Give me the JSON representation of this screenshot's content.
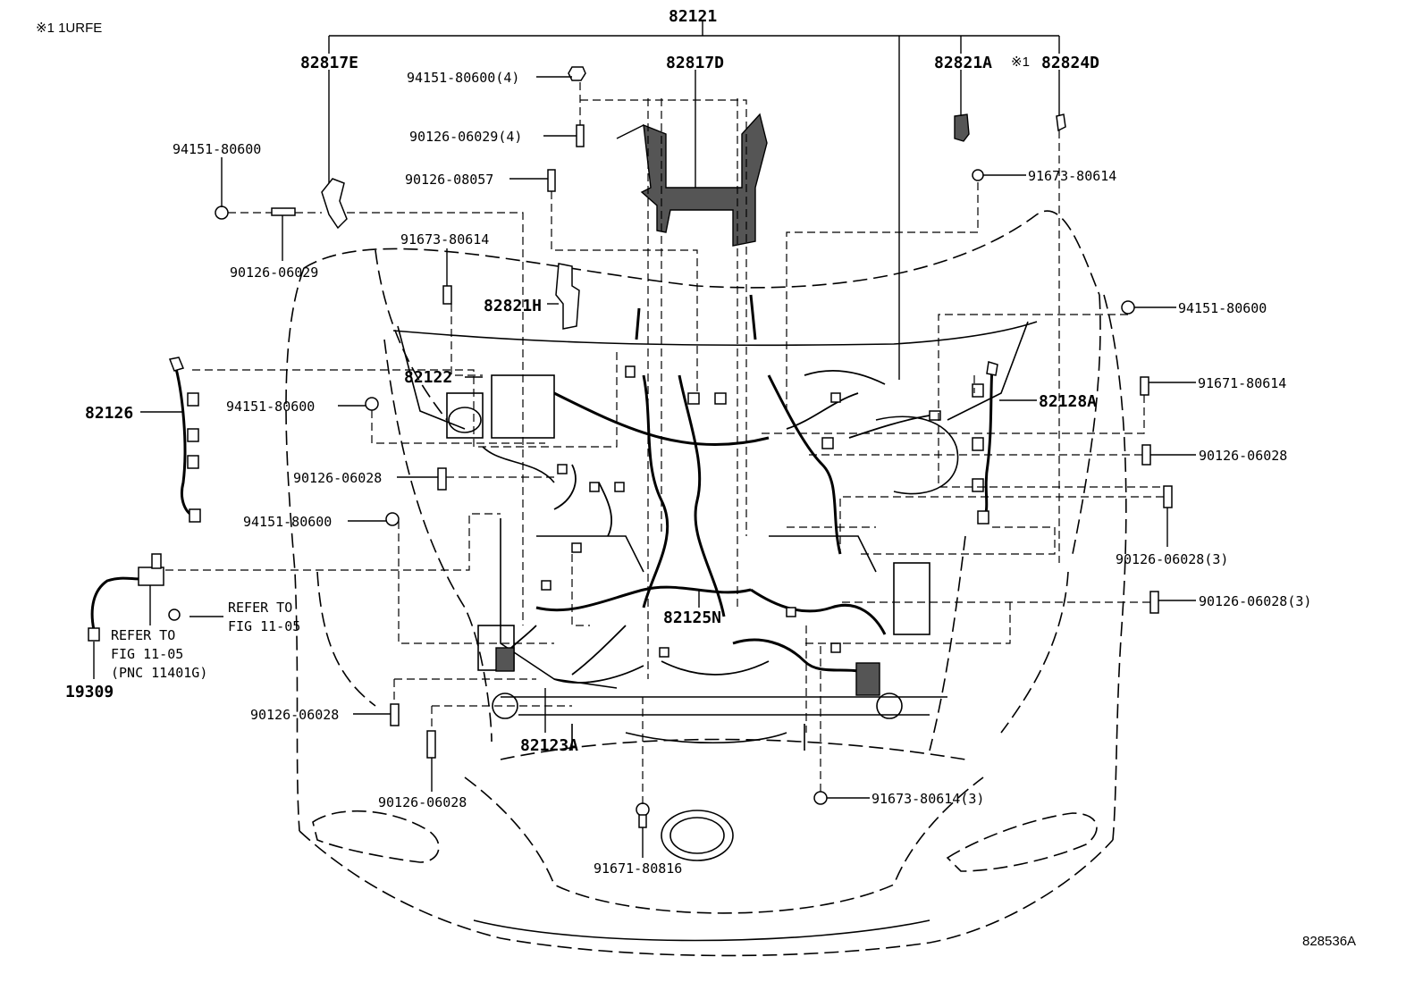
{
  "header": {
    "engine_note": "※1 1URFE",
    "figure_code": "828536A"
  },
  "parts": {
    "p82121": "82121",
    "p82817E": "82817E",
    "p82817D": "82817D",
    "p82821A": "82821A",
    "p82824D_marker": "※1",
    "p82824D": "82824D",
    "p82821H": "82821H",
    "p82122": "82122",
    "p82126": "82126",
    "p82128A": "82128A",
    "p82125N": "82125N",
    "p82123A": "82123A",
    "p19309": "19309",
    "f94151_80600_4": "94151-80600(4)",
    "f90126_06029_4": "90126-06029(4)",
    "f90126_08057": "90126-08057",
    "f94151_80600_a": "94151-80600",
    "f90126_06029": "90126-06029",
    "f91673_80614_a": "91673-80614",
    "f91673_80614_b": "91673-80614",
    "f94151_80600_b": "94151-80600",
    "f94151_80600_c": "94151-80600",
    "f91671_80614": "91671-80614",
    "f90126_06028_a": "90126-06028",
    "f90126_06028_b": "90126-06028",
    "f94151_80600_d": "94151-80600",
    "f90126_06028_3a": "90126-06028(3)",
    "f90126_06028_3b": "90126-06028(3)",
    "f90126_06028_c": "90126-06028",
    "f90126_06028_d": "90126-06028",
    "f91673_80614_3": "91673-80614(3)",
    "f91671_80816": "91671-80816"
  },
  "references": {
    "ref1_line1": "REFER TO",
    "ref1_line2": "FIG 11-05",
    "ref1_line3": "(PNC 11401G)",
    "ref2_line1": "REFER TO",
    "ref2_line2": "FIG 11-05"
  }
}
